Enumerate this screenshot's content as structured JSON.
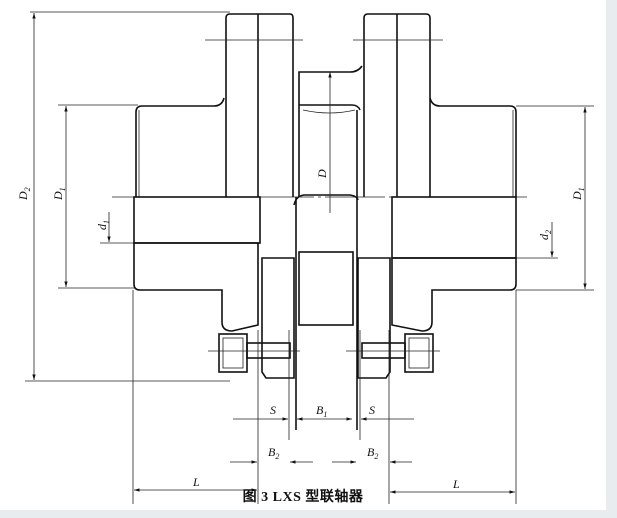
{
  "labels": {
    "D2": {
      "main": "D",
      "sub": "2"
    },
    "D1_left": {
      "main": "D",
      "sub": "1"
    },
    "D1_right": {
      "main": "D",
      "sub": "1"
    },
    "D": {
      "main": "D"
    },
    "d1": {
      "main": "d",
      "sub": "1"
    },
    "d2": {
      "main": "d",
      "sub": "2"
    },
    "S_left": {
      "main": "S"
    },
    "S_right": {
      "main": "S"
    },
    "B1": {
      "main": "B",
      "sub": "1"
    },
    "B2_left": {
      "main": "B",
      "sub": "2"
    },
    "B2_right": {
      "main": "B",
      "sub": "2"
    },
    "L_left": {
      "main": "L"
    },
    "L_right": {
      "main": "L"
    }
  },
  "caption": "图 3   LXS 型联轴器"
}
